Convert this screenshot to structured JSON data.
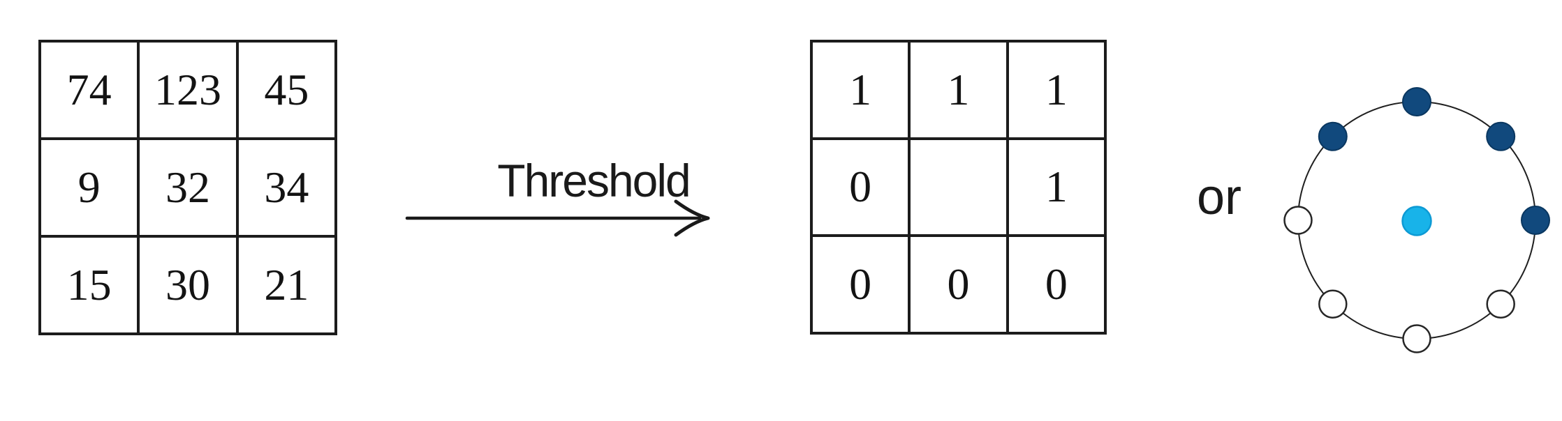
{
  "figure": {
    "input_grid": {
      "rows": [
        [
          "74",
          "123",
          "45"
        ],
        [
          "9",
          "32",
          "34"
        ],
        [
          "15",
          "30",
          "21"
        ]
      ]
    },
    "arrow": {
      "label": "Threshold"
    },
    "output_grid": {
      "rows": [
        [
          "1",
          "1",
          "1"
        ],
        [
          "0",
          "",
          "1"
        ],
        [
          "0",
          "0",
          "0"
        ]
      ]
    },
    "or_label": "or",
    "circle": {
      "outline_color": "#1f1f1f",
      "center_dot": {
        "fill": "#18b3e9"
      },
      "dots": [
        {
          "position": "top-left",
          "fill": "#11497d"
        },
        {
          "position": "top",
          "fill": "#11497d"
        },
        {
          "position": "top-right",
          "fill": "#11497d"
        },
        {
          "position": "right",
          "fill": "#11497d"
        },
        {
          "position": "bottom-right",
          "fill": "#ffffff"
        },
        {
          "position": "bottom",
          "fill": "#ffffff"
        },
        {
          "position": "bottom-left",
          "fill": "#ffffff"
        },
        {
          "position": "left",
          "fill": "#ffffff"
        }
      ]
    }
  }
}
